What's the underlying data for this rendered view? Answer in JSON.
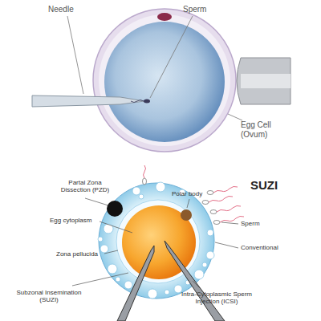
{
  "diagram": {
    "title": "SUZI",
    "labels": [
      "Needle",
      "Sperm",
      "Egg Cell (Ovum)",
      "Partal Zona Dissection (PZD)",
      "Polar body",
      "Egg cytoplasm",
      "Sperm",
      "Zona pellucida",
      "Conventional",
      "Subzonal Insemination (SUZI)",
      "Intra-Cytoplasmic Sperm Injection (ICSI)"
    ]
  }
}
